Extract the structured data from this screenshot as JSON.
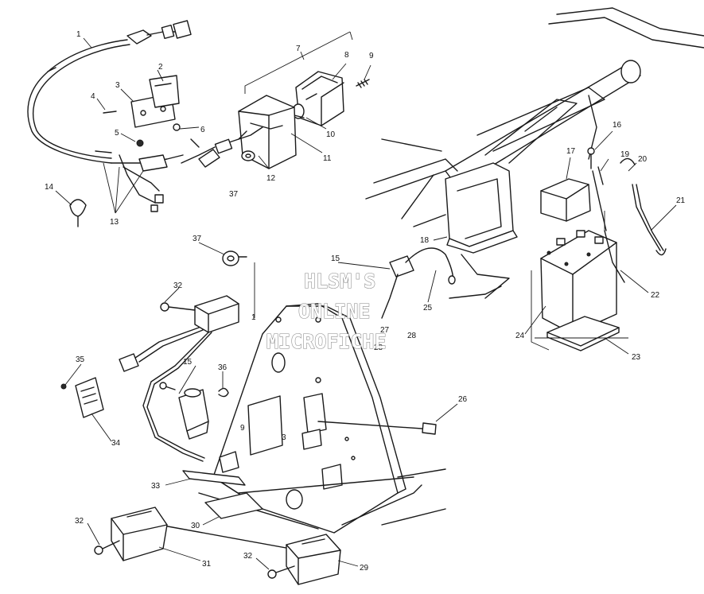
{
  "watermark": {
    "line1": "HLSM'S",
    "line2": "ONLINE",
    "line3": "MICROFICHE"
  },
  "callouts": [
    {
      "id": "c1",
      "text": "1"
    },
    {
      "id": "c2",
      "text": "2"
    },
    {
      "id": "c3",
      "text": "3"
    },
    {
      "id": "c4",
      "text": "4"
    },
    {
      "id": "c5",
      "text": "5"
    },
    {
      "id": "c6",
      "text": "6"
    },
    {
      "id": "c7",
      "text": "7"
    },
    {
      "id": "c8",
      "text": "8"
    },
    {
      "id": "c9",
      "text": "9"
    },
    {
      "id": "c10",
      "text": "10"
    },
    {
      "id": "c11",
      "text": "11"
    },
    {
      "id": "c12",
      "text": "12"
    },
    {
      "id": "c13",
      "text": "13"
    },
    {
      "id": "c14",
      "text": "14"
    },
    {
      "id": "c15a",
      "text": "15"
    },
    {
      "id": "c15b",
      "text": "15"
    },
    {
      "id": "c16",
      "text": "16"
    },
    {
      "id": "c17",
      "text": "17"
    },
    {
      "id": "c18",
      "text": "18"
    },
    {
      "id": "c19",
      "text": "19"
    },
    {
      "id": "c20",
      "text": "20"
    },
    {
      "id": "c21",
      "text": "21"
    },
    {
      "id": "c22",
      "text": "22"
    },
    {
      "id": "c23",
      "text": "23"
    },
    {
      "id": "c24",
      "text": "24"
    },
    {
      "id": "c25",
      "text": "25"
    },
    {
      "id": "c26",
      "text": "26"
    },
    {
      "id": "c27",
      "text": "27"
    },
    {
      "id": "c28a",
      "text": "28"
    },
    {
      "id": "c28b",
      "text": "28"
    },
    {
      "id": "c29",
      "text": "29"
    },
    {
      "id": "c30",
      "text": "30"
    },
    {
      "id": "c31",
      "text": "31"
    },
    {
      "id": "c32a",
      "text": "32"
    },
    {
      "id": "c32b",
      "text": "32"
    },
    {
      "id": "c32c",
      "text": "32"
    },
    {
      "id": "c33",
      "text": "33"
    },
    {
      "id": "c34",
      "text": "34"
    },
    {
      "id": "c35",
      "text": "35"
    },
    {
      "id": "c36",
      "text": "36"
    },
    {
      "id": "c37a",
      "text": "37"
    },
    {
      "id": "c37b",
      "text": "37"
    },
    {
      "id": "c3b",
      "text": "3"
    },
    {
      "id": "c9b",
      "text": "9"
    },
    {
      "id": "c1b",
      "text": "1"
    }
  ]
}
